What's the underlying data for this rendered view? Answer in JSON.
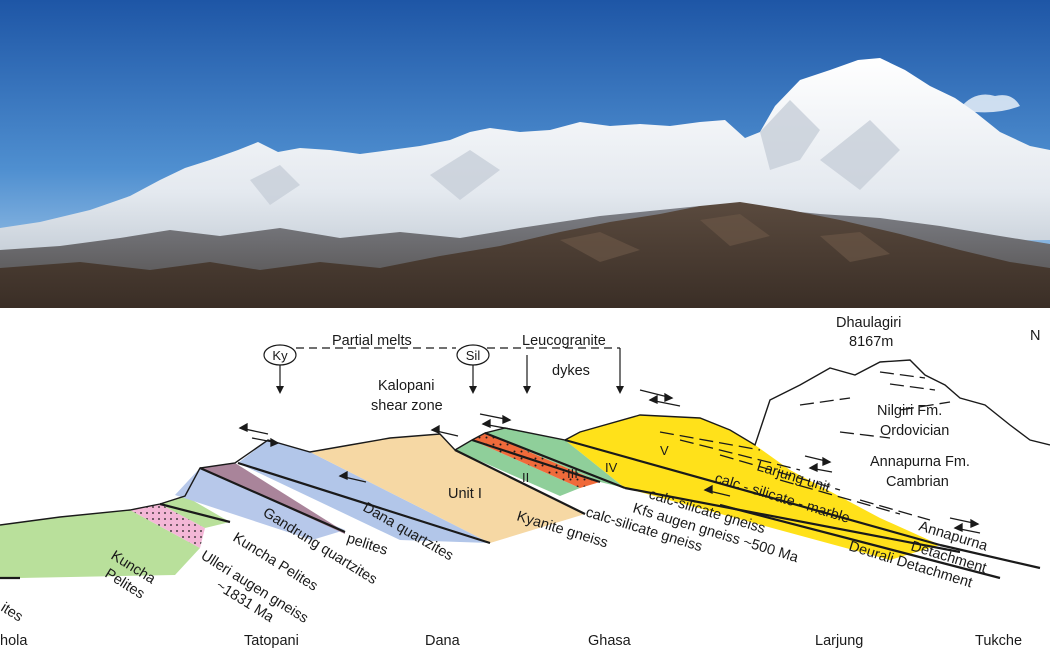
{
  "photo": {
    "sky_top": "#1e56a6",
    "sky_bottom": "#b8d6ef",
    "snow": "#f4f6f8",
    "rock": "#4a3b30"
  },
  "section": {
    "colors": {
      "kuncha_pelites": "#b9e09b",
      "ulleri_gneiss": "#f3b7d6",
      "kuncha_band": "#b7c8ea",
      "gandrung_quartzites": "#a9849a",
      "dana_quartzites": "#b2c6e9",
      "unit_one": "#f6d8a4",
      "unit_two": "#8fcf9a",
      "unit_three": "#f06a3a",
      "unit_four": "#8fcf9a",
      "unit_five": "#ffe11a",
      "outline": "#1a1a1a"
    },
    "minerals": {
      "ky": "Ky",
      "sil": "Sil"
    },
    "labels": {
      "partial_melts": "Partial melts",
      "leucogranite": "Leucogranite",
      "dykes": "dykes",
      "kalopani_1": "Kalopani",
      "kalopani_2": "shear zone",
      "dhaulagiri_1": "Dhaulagiri",
      "dhaulagiri_2": "8167m",
      "north": "N",
      "nilgiri_1": "Nilgiri Fm.",
      "nilgiri_2": "Ordovician",
      "annapurna_fm_1": "Annapurna Fm.",
      "annapurna_fm_2": "Cambrian",
      "unit_one": "Unit I",
      "unit_two": "II",
      "unit_three": "III",
      "unit_four": "IV",
      "unit_five": "V",
      "larjung_unit": "Larjung unit",
      "calc_silicate_marble": "calc - silicate - marble",
      "calc_gneiss_upper": "calc-silicate gneiss",
      "kfs_gneiss": "Kfs augen gneiss ~500 Ma",
      "calc_gneiss_lower": "calc-silicate gneiss",
      "kyanite_gneiss": "Kyanite gneiss",
      "dana_quartzites": "Dana quartzites",
      "pelites": "pelites",
      "gandrung_quartzites": "Gandrung quartzites",
      "kuncha_pelites_a": "Kuncha Pelites",
      "ulleri_1": "Ulleri augen gneiss",
      "ulleri_2": "~1831 Ma",
      "kuncha_pelites_b1": "Kuncha",
      "kuncha_pelites_b2": "Pelites",
      "ites_fragment": "ites",
      "annapurna_det_1": "Annapurna",
      "annapurna_det_2": "Detachment",
      "deurali_det": "Deurali Detachment"
    },
    "towns": {
      "hola": "hola",
      "tatopani": "Tatopani",
      "dana": "Dana",
      "ghasa": "Ghasa",
      "larjung": "Larjung",
      "tukche": "Tukche"
    }
  }
}
